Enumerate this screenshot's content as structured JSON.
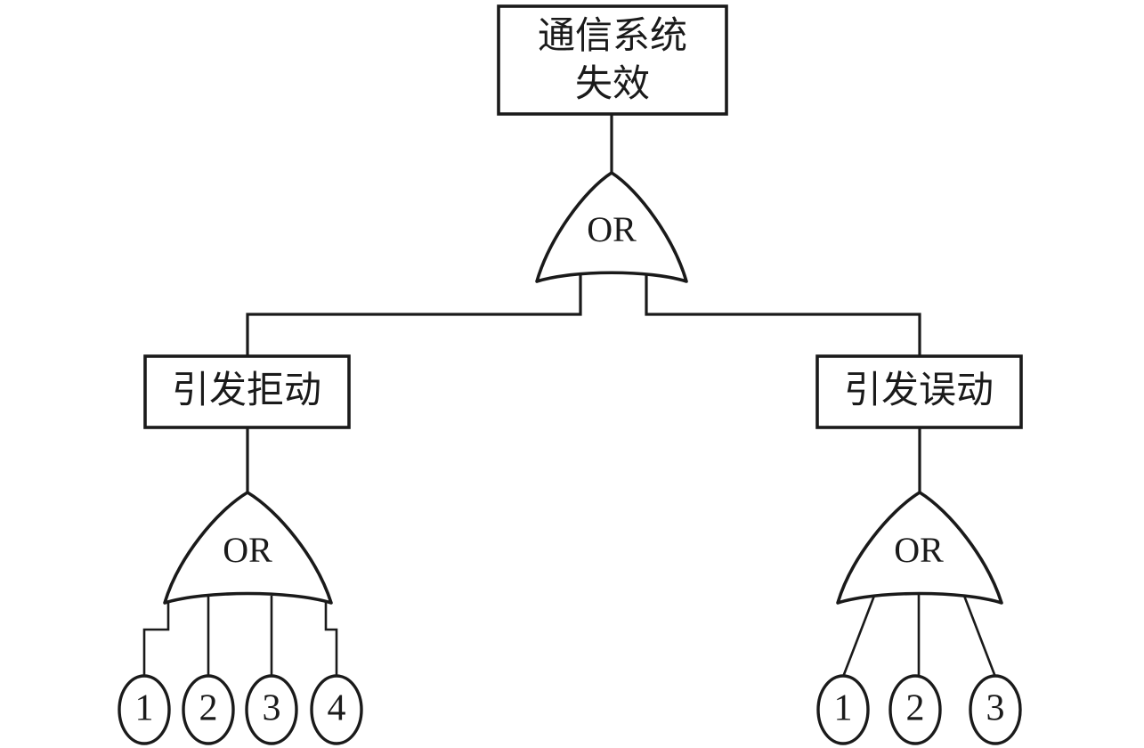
{
  "diagram": {
    "type": "fault-tree",
    "title": "通信系统失效",
    "background_color": "#ffffff",
    "line_color": "#1a1a1a",
    "nodes": {
      "top_event": {
        "id": "top-event",
        "shape": "rectangle",
        "text_line1": "通信系统",
        "text_line2": "失效"
      },
      "top_gate": {
        "id": "top-or-gate",
        "shape": "or-gate",
        "label": "OR"
      },
      "left_intermediate": {
        "id": "left-intermediate-event",
        "shape": "rectangle",
        "text": "引发拒动"
      },
      "right_intermediate": {
        "id": "right-intermediate-event",
        "shape": "rectangle",
        "text": "引发误动"
      },
      "left_gate": {
        "id": "left-or-gate",
        "shape": "or-gate",
        "label": "OR"
      },
      "right_gate": {
        "id": "right-or-gate",
        "shape": "or-gate",
        "label": "OR"
      }
    },
    "basic_events": {
      "left_branch": [
        {
          "label": "1"
        },
        {
          "label": "2"
        },
        {
          "label": "3"
        },
        {
          "label": "4"
        }
      ],
      "right_branch": [
        {
          "label": "1"
        },
        {
          "label": "2"
        },
        {
          "label": "3"
        }
      ]
    }
  }
}
